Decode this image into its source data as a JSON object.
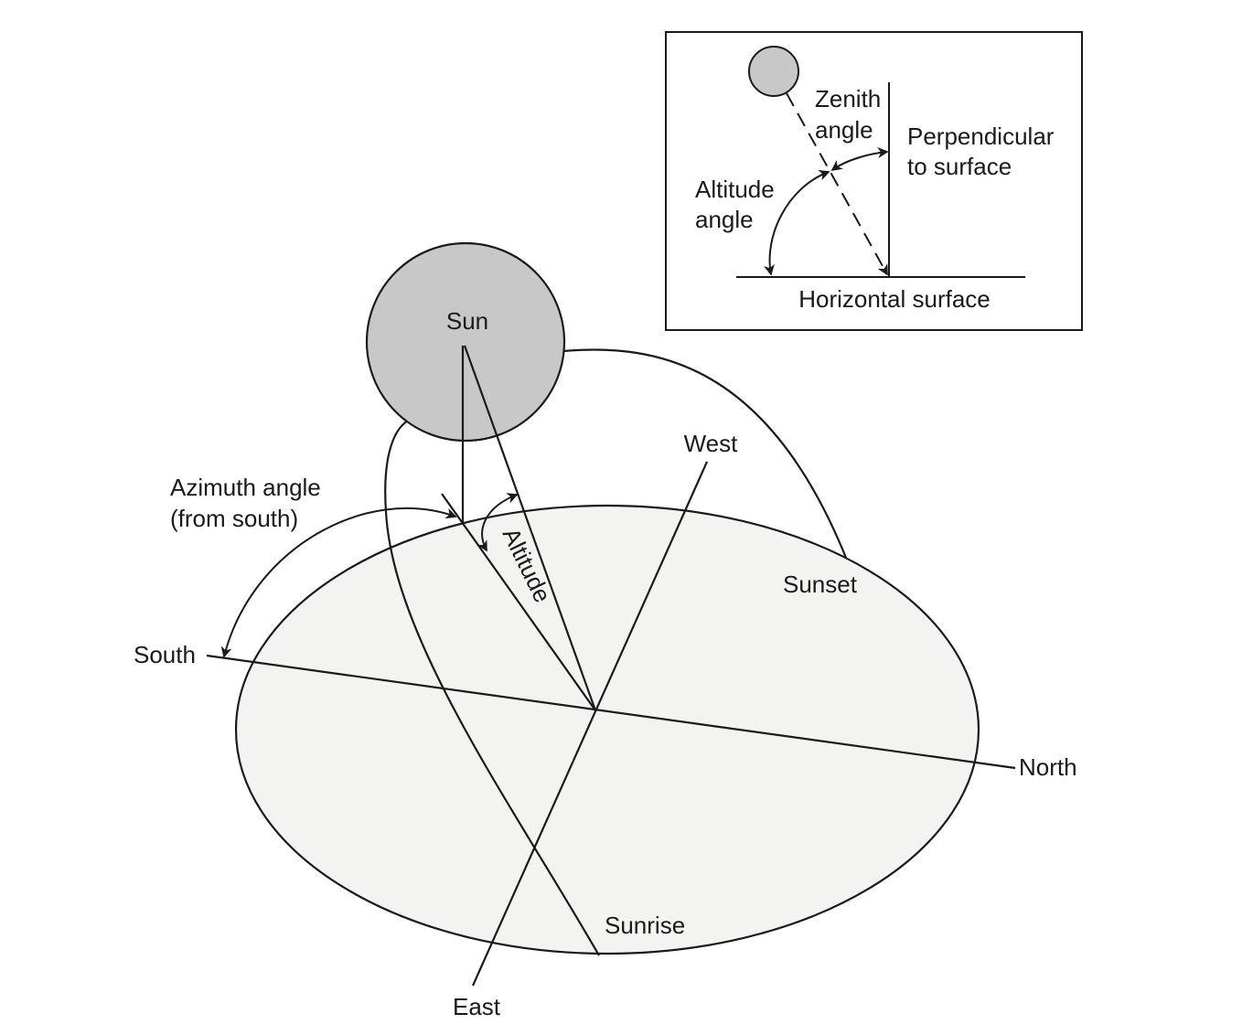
{
  "main_diagram": {
    "sun_label": "Sun",
    "directions": {
      "north": "North",
      "south": "South",
      "east": "East",
      "west": "West"
    },
    "events": {
      "sunrise": "Sunrise",
      "sunset": "Sunset"
    },
    "altitude_label": "Altitude",
    "azimuth_label_line1": "Azimuth angle",
    "azimuth_label_line2": "(from south)"
  },
  "inset": {
    "zenith_line1": "Zenith",
    "zenith_line2": "angle",
    "perpendicular_line1": "Perpendicular",
    "perpendicular_line2": "to surface",
    "altitude_line1": "Altitude",
    "altitude_line2": "angle",
    "horizontal_surface": "Horizontal surface"
  },
  "colors": {
    "sun_fill": "#c8c8c8",
    "ground_fill": "#f3f3f2",
    "line": "#1a1a1a"
  }
}
